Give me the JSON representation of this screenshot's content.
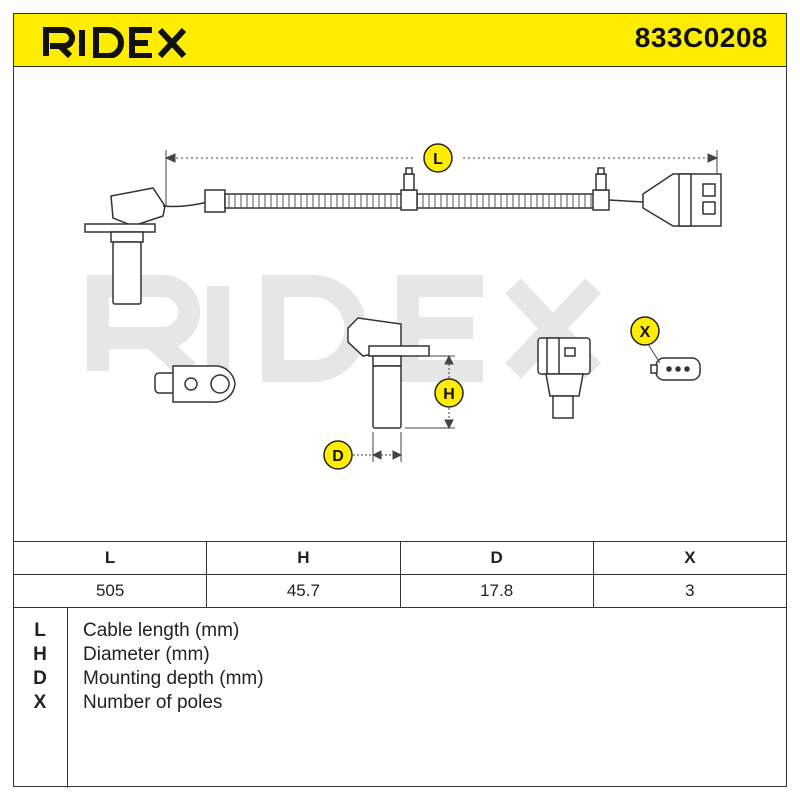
{
  "header": {
    "brand": "RIDEX",
    "part_number": "833C0208",
    "accent_color": "#ffed00"
  },
  "drawing": {
    "watermark": "RIDEX",
    "callouts": [
      "L",
      "H",
      "D",
      "X"
    ]
  },
  "spec_table": {
    "headers": [
      "L",
      "H",
      "D",
      "X"
    ],
    "values": [
      "505",
      "45.7",
      "17.8",
      "3"
    ]
  },
  "legend": [
    {
      "key": "L",
      "desc": "Cable length (mm)"
    },
    {
      "key": "H",
      "desc": "Diameter (mm)"
    },
    {
      "key": "D",
      "desc": "Mounting depth (mm)"
    },
    {
      "key": "X",
      "desc": "Number of poles"
    }
  ]
}
